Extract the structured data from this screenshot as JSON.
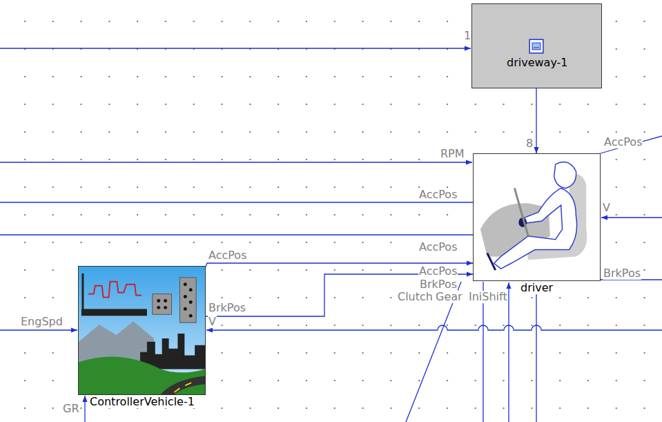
{
  "diagram": {
    "nodes": [
      {
        "text": [
          "driveway-1"
        ]
      },
      {
        "text": [
          "driver"
        ]
      },
      {
        "text": [
          "ControllerVehicle-1"
        ]
      }
    ],
    "edges": [
      {
        "from": 0,
        "to": 1,
        "arrow": "to"
      },
      {
        "from": 2,
        "to": 1,
        "arrow": "to"
      },
      {
        "from": 2,
        "to": 1,
        "arrow": "to"
      }
    ],
    "labels": [
      "1",
      "8",
      "RPM",
      "AccPos",
      "AccPos",
      "AccPos",
      "V",
      "BrkPos",
      "AccPos",
      "BrkPos",
      "Clutch",
      "Gear",
      "IniShift",
      "AccPos",
      "BrkPos",
      "V",
      "EngSpd",
      "GR"
    ]
  }
}
